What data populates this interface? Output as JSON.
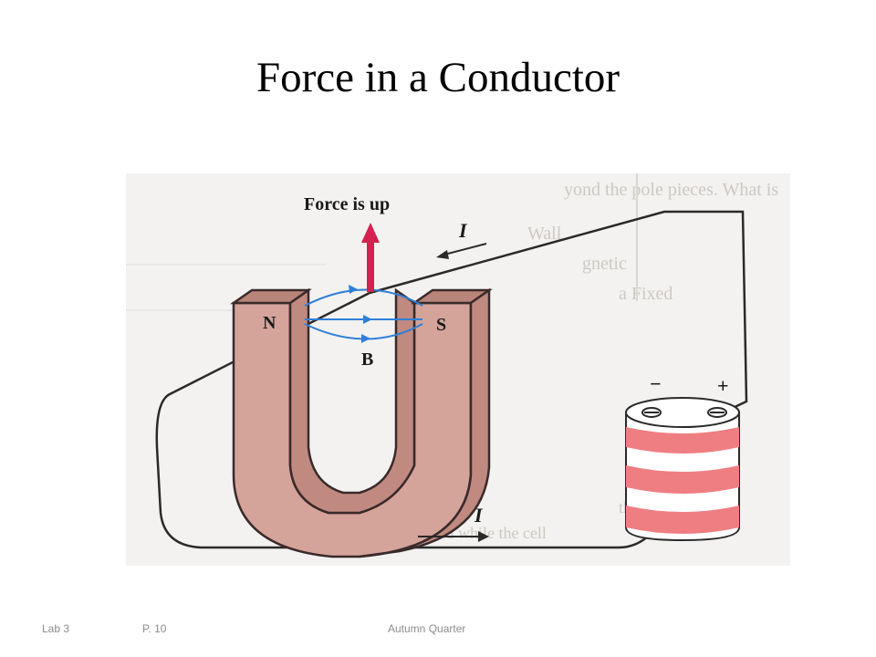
{
  "slide": {
    "title": "Force in a Conductor"
  },
  "figure": {
    "force_label": "Force is up",
    "north_label": "N",
    "south_label": "S",
    "field_label": "B",
    "current_label_top": "I",
    "current_label_bottom": "I",
    "battery_minus_label": "−",
    "battery_plus_label": "+",
    "colors": {
      "magnet": "#d4a39a",
      "magnet_edge": "#3a2a2a",
      "wire": "#2a2a2a",
      "field_line": "#2f7fd8",
      "force_arrow": "#d6204f",
      "battery_stripe": "#ef7e82",
      "background_scan": "#f3f2f0"
    }
  },
  "footer": {
    "lab": "Lab 3",
    "page": "P. 10",
    "term": "Autumn Quarter"
  }
}
